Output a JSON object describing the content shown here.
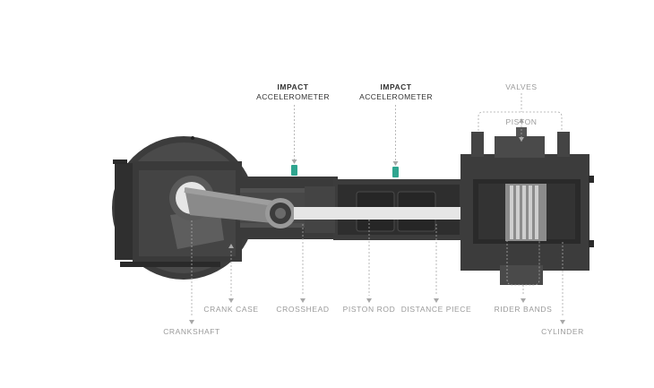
{
  "diagram": {
    "sensors": [
      {
        "title": "IMPACT",
        "subtitle": "ACCELEROMETER"
      },
      {
        "title": "IMPACT",
        "subtitle": "ACCELEROMETER"
      }
    ],
    "labels": {
      "valves": "VALVES",
      "piston": "PISTON",
      "crank_case": "CRANK CASE",
      "crosshead": "CROSSHEAD",
      "piston_rod": "PISTON ROD",
      "distance_piece": "DISTANCE PIECE",
      "rider_bands": "RIDER BANDS",
      "crankshaft": "CRANKSHAFT",
      "cylinder": "CYLINDER"
    },
    "colors": {
      "body_dark": "#3a3a3a",
      "body_mid": "#4a4a4a",
      "body_light": "#5e5e5e",
      "rod": "#e6e6e6",
      "sensor": "#2fa58f",
      "leader": "#a8a8a8"
    }
  }
}
